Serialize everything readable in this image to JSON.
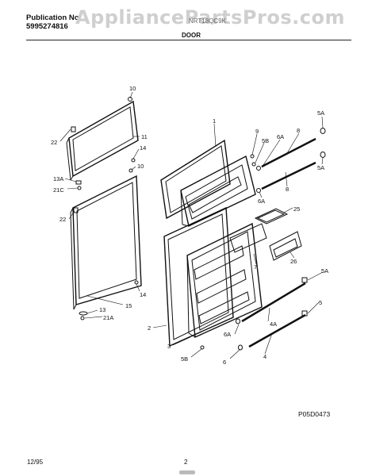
{
  "header": {
    "publication_label": "Publication No.",
    "publication_number": "5995274816",
    "watermark": "AppliancePartsPros.com",
    "model_partial": "NRT18QC9K",
    "section_title": "DOOR"
  },
  "callouts": {
    "c10a": "10",
    "c22a": "22",
    "c11": "11",
    "c14a": "14",
    "c10b": "10",
    "c13a": "13A",
    "c21c": "21C",
    "c22b": "22",
    "c14b": "14",
    "c15": "15",
    "c13": "13",
    "c21a": "21A",
    "c1": "1",
    "c9": "9",
    "c5b": "5B",
    "c6a1": "6A",
    "c8a": "8",
    "c5a1": "5A",
    "c5a2": "5A",
    "c6a2": "6A",
    "c8b": "8",
    "c25": "25",
    "c7": "7",
    "c26": "26",
    "c5a3": "5A",
    "c5": "5",
    "c4a": "4A",
    "c6a3": "6A",
    "c4": "4",
    "c2": "2",
    "c3": "3",
    "c5bb": "5B",
    "c6": "6"
  },
  "footer": {
    "date": "12/95",
    "page": "2",
    "diagram_id": "P05D0473"
  }
}
